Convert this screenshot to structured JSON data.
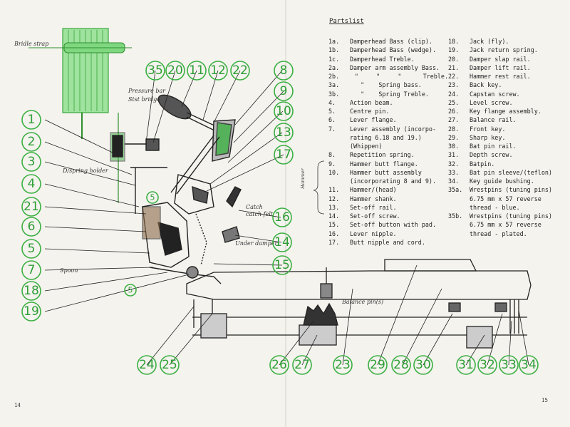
{
  "partslist": {
    "title": "Partslist",
    "col1": [
      {
        "num": "1a.",
        "text": "Damperhead Bass (clip)."
      },
      {
        "num": "1b.",
        "text": "Damperhead Bass (wedge)."
      },
      {
        "num": "1c.",
        "text": "Damperhead Treble."
      },
      {
        "num": "2a.",
        "text": "Damper arm assembly Bass."
      },
      {
        "num": "2b.",
        "text": "   \"     \"     \"      Treble."
      },
      {
        "num": "3a.",
        "text": "   \"    Spring bass."
      },
      {
        "num": "3b.",
        "text": "   \"    Spring Treble."
      },
      {
        "num": "4.",
        "text": "Action beam."
      },
      {
        "num": "5.",
        "text": "Centre pin."
      },
      {
        "num": "6.",
        "text": "Lever flange."
      },
      {
        "num": "7.",
        "text": "Lever assembly (incorpo-"
      },
      {
        "num": "",
        "text": "rating 6.18 and 19.)"
      },
      {
        "num": "",
        "text": "(Whippen)"
      },
      {
        "num": "8.",
        "text": "Repetition spring."
      },
      {
        "num": "9.",
        "text": "Hammer butt flange."
      },
      {
        "num": "10.",
        "text": "Hammer butt assembly"
      },
      {
        "num": "",
        "text": "(incorporating 8 and 9)."
      },
      {
        "num": "11.",
        "text": "Hammer/(head)"
      },
      {
        "num": "12.",
        "text": "Hammer shank."
      },
      {
        "num": "13.",
        "text": "Set-off rail."
      },
      {
        "num": "14.",
        "text": "Set-off screw."
      },
      {
        "num": "15.",
        "text": "Set-off button with pad."
      },
      {
        "num": "16.",
        "text": "Lever nipple."
      },
      {
        "num": "17.",
        "text": "Butt nipple and cord."
      }
    ],
    "col2": [
      {
        "num": "18.",
        "text": "Jack (fly)."
      },
      {
        "num": "19.",
        "text": "Jack return spring."
      },
      {
        "num": "20.",
        "text": "Damper slap rail."
      },
      {
        "num": "21.",
        "text": "Damper lift rail."
      },
      {
        "num": "22.",
        "text": "Hammer rest rail."
      },
      {
        "num": "23.",
        "text": "Back key."
      },
      {
        "num": "24.",
        "text": "Capstan screw."
      },
      {
        "num": "25.",
        "text": "Level screw."
      },
      {
        "num": "26.",
        "text": "Key flange assembly."
      },
      {
        "num": "27.",
        "text": "Balance rail."
      },
      {
        "num": "28.",
        "text": "Front key."
      },
      {
        "num": "29.",
        "text": "Sharp key."
      },
      {
        "num": "30.",
        "text": "Bat pin rail."
      },
      {
        "num": "31.",
        "text": "Depth screw."
      },
      {
        "num": "32.",
        "text": "Batpin."
      },
      {
        "num": "33.",
        "text": "Bat pin sleeve/(teflon)"
      },
      {
        "num": "34.",
        "text": "Key guide bushing."
      },
      {
        "num": "35a.",
        "text": "Wrestpins (tuning pins)"
      },
      {
        "num": "",
        "text": "6.75 mm x 57 reverse"
      },
      {
        "num": "",
        "text": "thread - blue."
      },
      {
        "num": "35b.",
        "text": "Wrestpins (tuning pins)"
      },
      {
        "num": "",
        "text": "6.75 mm x 57 reverse"
      },
      {
        "num": "",
        "text": "thread - plated."
      }
    ]
  },
  "callout_labels": [
    "1",
    "2",
    "3",
    "4",
    "21",
    "6",
    "5",
    "7",
    "18",
    "19",
    "35",
    "20",
    "11",
    "12",
    "22",
    "8",
    "9",
    "10",
    "13",
    "17",
    "16",
    "14",
    "15",
    "5",
    "5",
    "24",
    "25",
    "26",
    "27",
    "23",
    "29",
    "28",
    "30",
    "31",
    "32",
    "33",
    "34"
  ],
  "handwritten": {
    "bridle": "Bridle strap",
    "pressure_bar": "Pressure bar",
    "string_bridge": "Stst bridge",
    "spring_holder": "D/spring holder",
    "spoon": "Spoon",
    "catch": "Catch",
    "catch_felt": "catch felt",
    "under_damper": "Under damper",
    "balance_pin": "Balance pin(s)",
    "hammer_note": "Hammer"
  },
  "page_numbers": {
    "left": "14",
    "right": "15"
  },
  "colors": {
    "callout": "#3cb043",
    "strings": "#5fcf5f",
    "line": "#222222",
    "paper": "#f4f3ee"
  }
}
